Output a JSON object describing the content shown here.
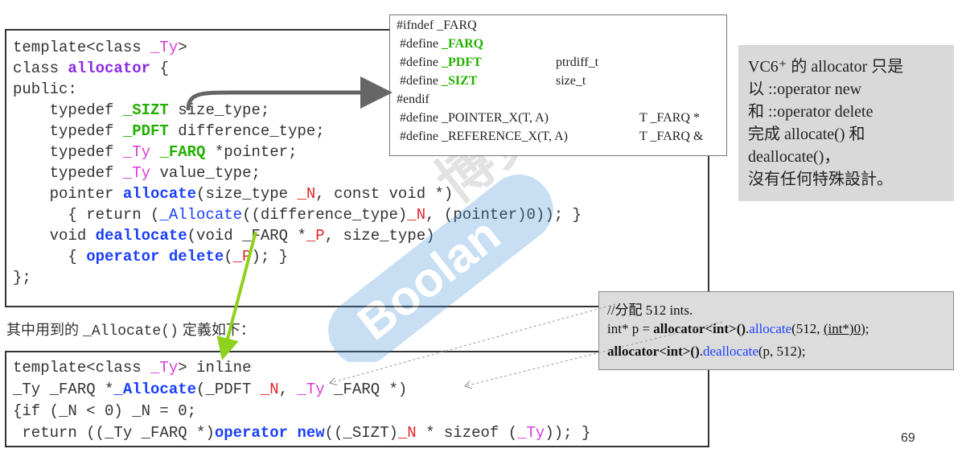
{
  "main_code": {
    "l1": [
      "template<class ",
      "_Ty",
      ">"
    ],
    "l2": [
      "class ",
      "allocator",
      " {"
    ],
    "l3": "public:",
    "l4": [
      "    typedef ",
      "_SIZT",
      " size_type;"
    ],
    "l5": [
      "    typedef ",
      "_PDFT",
      " difference_type;"
    ],
    "l6": [
      "    typedef ",
      "_Ty",
      " ",
      "_FARQ",
      " *pointer;"
    ],
    "l7": [
      "    typedef ",
      "_Ty",
      " value_type;"
    ],
    "l8": [
      "    pointer ",
      "allocate",
      "(size_type ",
      "_N",
      ", const void *)"
    ],
    "l9": [
      "      { return (",
      "_Allocate",
      "((difference_type)",
      "_N",
      ", (pointer)0)); }"
    ],
    "l10": [
      "    void ",
      "deallocate",
      "(void _FARQ *",
      "_P",
      ", size_type)"
    ],
    "l11": [
      "      { ",
      "operator delete",
      "(",
      "_P",
      "); }"
    ],
    "l12": "};"
  },
  "defs": {
    "l1": "#ifndef _FARQ",
    "l2a": "#define ",
    "l2b": "_FARQ",
    "l3a": "#define ",
    "l3b": "_PDFT",
    "l3c": "ptrdiff_t",
    "l4a": "#define ",
    "l4b": "_SIZT",
    "l4c": "size_t",
    "l5": "#endif",
    "l6a": "#define _POINTER_X(T, A)",
    "l6b": "T _FARQ *",
    "l7a": "#define _REFERENCE_X(T, A)",
    "l7b": "T _FARQ &"
  },
  "note": {
    "lines": [
      "VC6⁺ 的 allocator 只是",
      "以 ::operator new",
      "和 ::operator delete",
      "完成 allocate() 和",
      "deallocate()，",
      "沒有任何特殊設計。"
    ]
  },
  "caption": {
    "pre": "其中用到的 ",
    "mono": "_Allocate()",
    "post": " 定義如下："
  },
  "alloc_code": {
    "l1": [
      "template<class ",
      "_Ty",
      "> inline"
    ],
    "l2": [
      "_Ty _FARQ *",
      "_Allocate",
      "(_PDFT ",
      "_N",
      ", ",
      "_Ty",
      " _FARQ *)"
    ],
    "l3": "{if (_N < 0) _N = 0;",
    "l4": [
      " return ((_Ty _FARQ *)",
      "operator new",
      "((_SIZT)",
      "_N",
      " * sizeof (",
      "_Ty",
      ")); }"
    ]
  },
  "example": {
    "l1": "//分配 512 ints.",
    "l2": [
      "int* p = ",
      "allocator<int>()",
      ".",
      "allocate",
      "(512, ",
      "(int*)0",
      ");"
    ],
    "l3": [
      "allocator<int>()",
      ".",
      "deallocate",
      "(p, 512);"
    ]
  },
  "page_number": "69",
  "watermark": {
    "brand": "Boolan",
    "cn": "博览网"
  },
  "colors": {
    "keyword_blue": "#1a3fff",
    "green": "#22b000",
    "magenta": "#d93bd9",
    "red": "#e0252a",
    "purple": "#8a2be2",
    "note_bg": "#d9d9d9",
    "arrow_green": "#8fd11f",
    "arrow_gray": "#666666"
  }
}
